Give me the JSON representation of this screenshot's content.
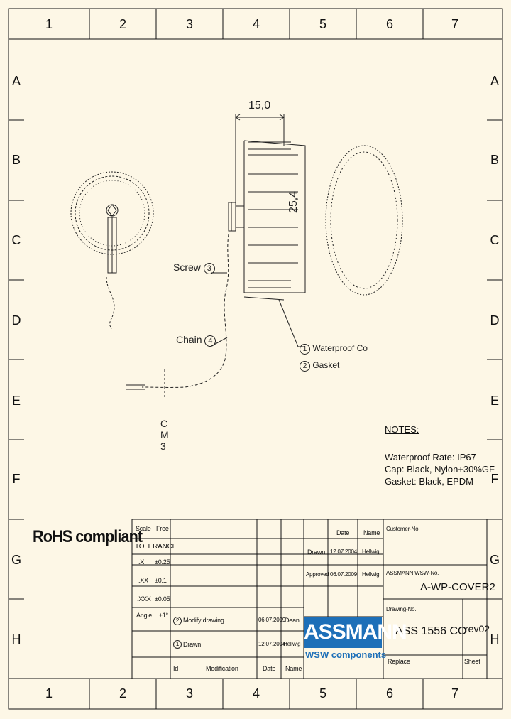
{
  "columns": [
    "1",
    "2",
    "3",
    "4",
    "5",
    "6",
    "7"
  ],
  "rows": [
    "A",
    "B",
    "C",
    "D",
    "E",
    "F",
    "G",
    "H"
  ],
  "rohs": "RoHS compliant",
  "notes": {
    "heading": "NOTES:",
    "lines": [
      "Waterproof Rate: IP67",
      "Cap: Black, Nylon+30%GF",
      "Gasket: Black, EPDM"
    ]
  },
  "drawing": {
    "dim_width": "15,0",
    "dim_height": "25,4",
    "label_screw": "Screw",
    "label_screw_num": "3",
    "label_chain": "Chain",
    "label_chain_num": "4",
    "label_cm": "CM3",
    "callout_1_num": "1",
    "callout_1": "Waterproof Co",
    "callout_2_num": "2",
    "callout_2": "Gasket"
  },
  "title_block": {
    "scale_label": "Scale",
    "scale_value": "Free",
    "tolerance_label": "TOLERANCE",
    "tol_x": ".X",
    "tol_x_val": "±0.25",
    "tol_xx": ".XX",
    "tol_xx_val": "±0.1",
    "tol_xxx": ".XXX",
    "tol_xxx_val": "±0.05",
    "angle_label": "Angle",
    "angle_val": "±1°",
    "date_header": "Date",
    "name_header": "Name",
    "drawn_label": "Drawn",
    "drawn_date": "12.07.2004",
    "drawn_name": "Hellwig",
    "approved_label": "Approved",
    "approved_date": "06.07.2009",
    "approved_name": "Hellwig",
    "rev2_num": "2",
    "rev2_desc": "Modify drawing",
    "rev2_date": "06.07.2009",
    "rev2_name": "Dean",
    "rev1_num": "1",
    "rev1_desc": "Drawn",
    "rev1_date": "12.07.2004",
    "rev1_name": "Hellwig",
    "col_id": "Id",
    "col_mod": "Modification",
    "col_date": "Date",
    "col_name": "Name",
    "customer_label": "Customer-No.",
    "assmann_no_label": "ASSMANN WSW-No.",
    "assmann_no": "A-WP-COVER2",
    "drawing_no_label": "Drawing-No.",
    "drawing_no": "ASS 1556 CO",
    "rev": "rev02",
    "replace_label": "Replace",
    "sheet_label": "Sheet",
    "logo_main": "ASSMANN",
    "logo_sub": "WSW components"
  },
  "colors": {
    "background": "#fdf7e6",
    "line": "#111111",
    "logo": "#1d6fb8"
  }
}
